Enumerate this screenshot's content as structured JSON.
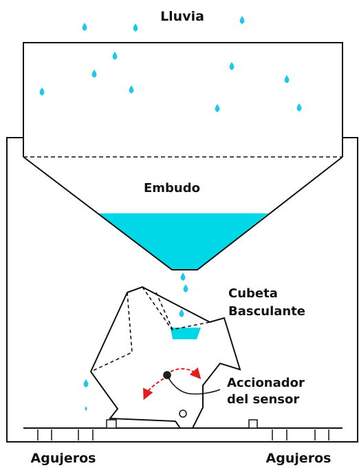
{
  "labels": {
    "rain": "Lluvia",
    "funnel": "Embudo",
    "bucket_line1": "Cubeta",
    "bucket_line2": "Basculante",
    "actuator_line1": "Accionador",
    "actuator_line2": "del sensor",
    "holes_left": "Agujeros",
    "holes_right": "Agujeros"
  },
  "colors": {
    "water": "#00d8e8",
    "outline": "#111111",
    "arrow": "#e02020"
  },
  "icons": {
    "raindrop": "raindrop-icon"
  }
}
